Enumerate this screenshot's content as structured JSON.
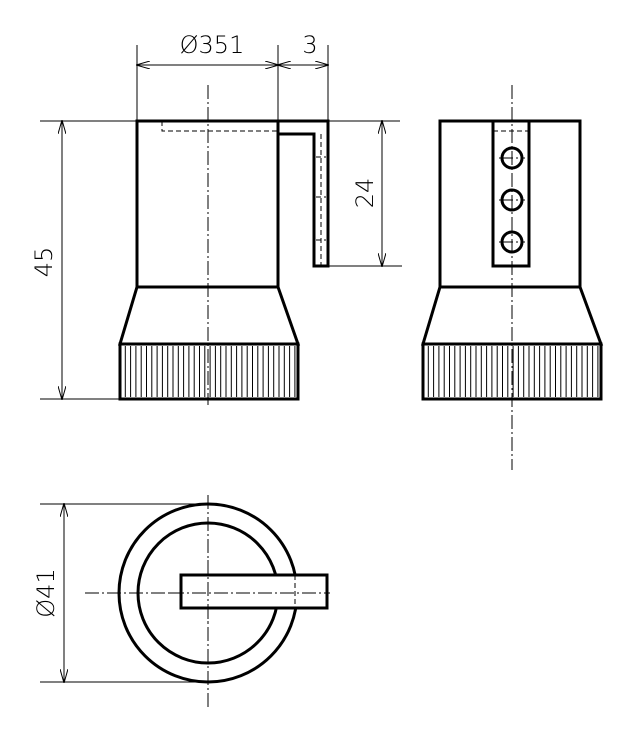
{
  "dimensions": {
    "top_diameter": "Ø351",
    "flange_thickness": "3",
    "overall_height": "45",
    "flange_height": "24",
    "base_diameter": "Ø41"
  },
  "colors": {
    "line": "#000000",
    "background": "#ffffff"
  }
}
